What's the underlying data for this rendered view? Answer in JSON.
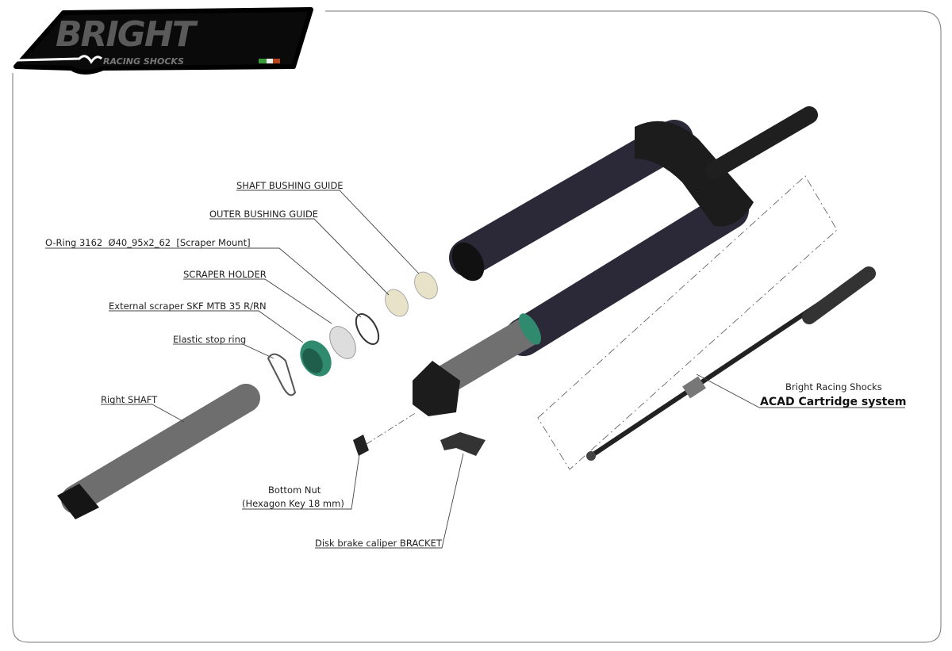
{
  "logo": {
    "brand": "BRIGHT",
    "tagline": "RACING SHOCKS"
  },
  "labels": {
    "shaft_bushing_guide": "SHAFT BUSHING GUIDE",
    "outer_bushing_guide": "OUTER BUSHING GUIDE",
    "o_ring": "O-Ring 3162  Ø40_95x2_62  [Scraper Mount]",
    "scraper_holder": "SCRAPER HOLDER",
    "external_scraper": "External scraper SKF MTB 35 R/RN",
    "elastic_stop_ring": "Elastic stop ring",
    "right_shaft": "Right SHAFT",
    "bottom_nut": "Bottom Nut",
    "bottom_nut_note": "(Hexagon Key 18 mm)",
    "caliper_bracket": "Disk brake caliper BRACKET",
    "cartridge_brand": "Bright Racing Shocks",
    "cartridge_name": "ACAD Cartridge system"
  },
  "colors": {
    "fork": "#2b2838",
    "crown": "#1c1c1c",
    "shaft": "#6e6e6e",
    "scraper": "#2f8a6e",
    "bushing": "#e8e2c8"
  }
}
